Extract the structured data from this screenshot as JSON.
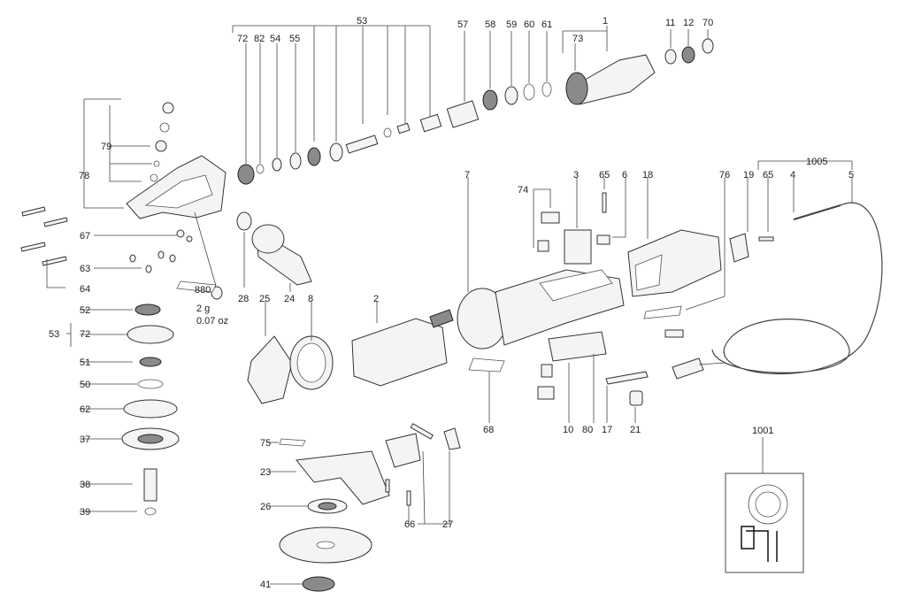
{
  "part_labels": [
    "53",
    "57",
    "58",
    "59",
    "60",
    "61",
    "1",
    "11",
    "12",
    "70",
    "72",
    "82",
    "54",
    "55",
    "73",
    "78",
    "79",
    "67",
    "63",
    "64",
    "880",
    "52",
    "53",
    "72",
    "51",
    "50",
    "62",
    "37",
    "38",
    "39",
    "28",
    "25",
    "24",
    "8",
    "2",
    "7",
    "74",
    "3",
    "65",
    "6",
    "18",
    "76",
    "19",
    "65",
    "1005",
    "4",
    "5",
    "68",
    "10",
    "80",
    "17",
    "21",
    "75",
    "23",
    "26",
    "41",
    "66",
    "27",
    "1001"
  ],
  "weight_note": {
    "metric": "2 g",
    "imperial": "0.07 oz"
  }
}
